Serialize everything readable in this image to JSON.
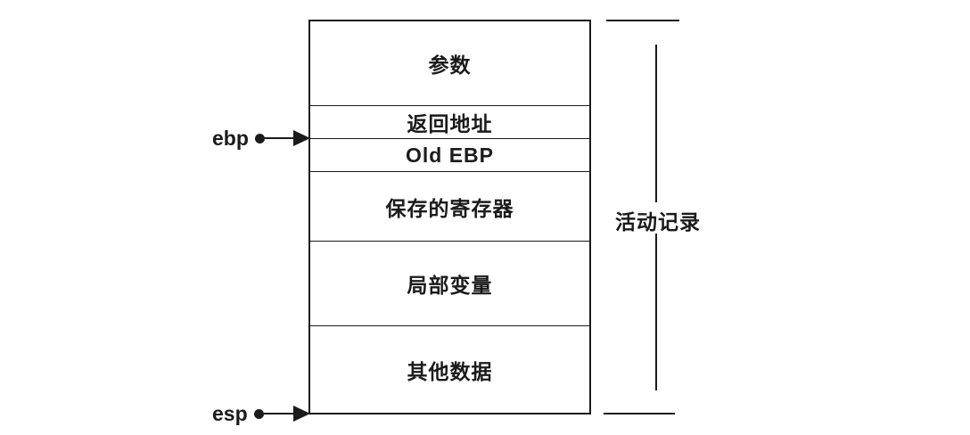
{
  "colors": {
    "ink": "#1b1b1b",
    "background": "#ffffff"
  },
  "stack": {
    "rows": [
      {
        "label": "参数"
      },
      {
        "label": "返回地址"
      },
      {
        "label": "Old EBP"
      },
      {
        "label": "保存的寄存器"
      },
      {
        "label": "局部变量"
      },
      {
        "label": "其他数据"
      }
    ]
  },
  "pointers": {
    "ebp_label": "ebp",
    "esp_label": "esp"
  },
  "bracket": {
    "label": "活动记录"
  }
}
